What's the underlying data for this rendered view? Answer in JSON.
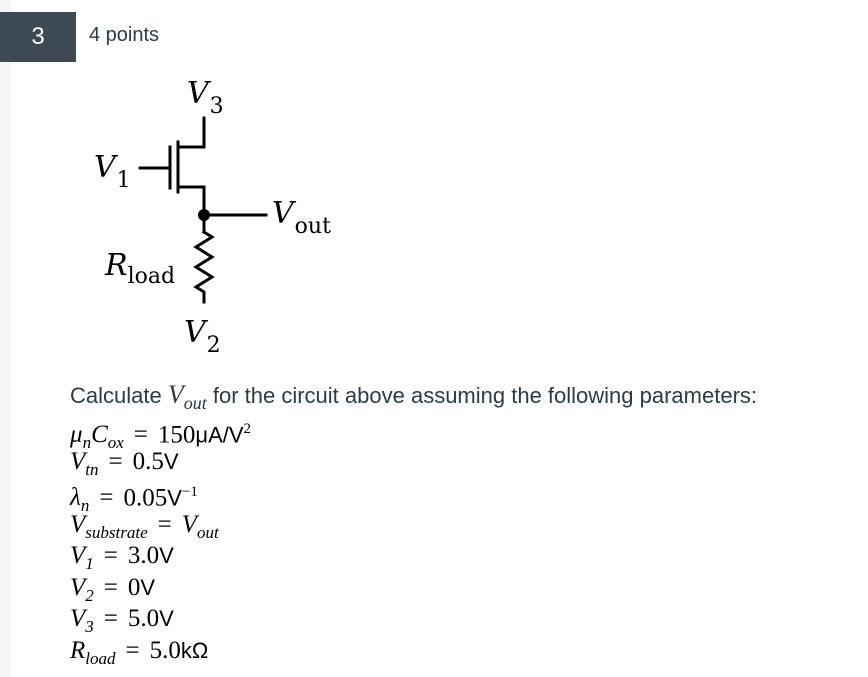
{
  "question": {
    "number": "3",
    "points": "4 points"
  },
  "circuit": {
    "labels": {
      "v3": {
        "base": "V",
        "sub": "3"
      },
      "v1": {
        "base": "V",
        "sub": "1"
      },
      "vout": {
        "base": "V",
        "sub": "out"
      },
      "rload": {
        "base": "R",
        "sub": "load"
      },
      "v2": {
        "base": "V",
        "sub": "2"
      }
    }
  },
  "prompt": {
    "before": "Calculate ",
    "var_base": "V",
    "var_sub": "out",
    "after": " for the circuit above assuming the following parameters:"
  },
  "parameters": [
    {
      "name": "μnCox",
      "lhs": "μ",
      "lhs_sub": "n",
      "lhs2": "C",
      "lhs2_sub": "ox",
      "num": "150",
      "unit": "μA/V",
      "sup": "2"
    },
    {
      "name": "Vtn",
      "lhs": "V",
      "lhs_sub": "tn",
      "num": "0.5",
      "unit": "V",
      "sup": ""
    },
    {
      "name": "λn",
      "lhs": "λ",
      "lhs_sub": "n",
      "num": "0.05",
      "unit": "V",
      "sup": "−1"
    },
    {
      "name": "Vsubstrate",
      "lhs": "V",
      "lhs_sub": "substrate",
      "rhs_var": "V",
      "rhs_var_sub": "out"
    },
    {
      "name": "V1",
      "lhs": "V",
      "lhs_sub": "1",
      "num": "3.0",
      "unit": "V",
      "sup": ""
    },
    {
      "name": "V2",
      "lhs": "V",
      "lhs_sub": "2",
      "num": "0",
      "unit": "V",
      "sup": ""
    },
    {
      "name": "V3",
      "lhs": "V",
      "lhs_sub": "3",
      "num": "5.0",
      "unit": "V",
      "sup": ""
    },
    {
      "name": "Rload",
      "lhs": "R",
      "lhs_sub": "load",
      "num": "5.0",
      "unit": "kΩ",
      "sup": ""
    }
  ]
}
